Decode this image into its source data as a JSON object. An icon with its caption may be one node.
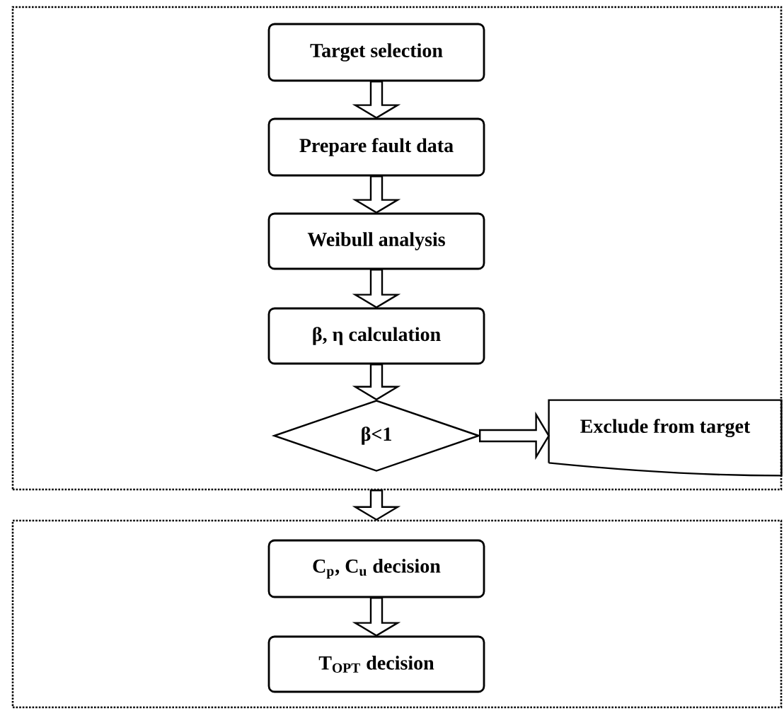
{
  "diagram": {
    "nodes": [
      {
        "text": [],
        "shape": "box"
      },
      {
        "text": [
          "Target selection"
        ],
        "in": 0
      },
      {
        "text": [
          "Prepare fault data"
        ],
        "in": 0
      },
      {
        "text": [
          "Weibull analysis"
        ],
        "in": 0
      },
      {
        "text": [
          "β, η calculation"
        ],
        "in": 0
      },
      {
        "text": [
          "β<1"
        ],
        "in": 0
      },
      {
        "text": [
          "Exclude from target"
        ],
        "in": 0
      },
      {
        "text": [],
        "shape": "box"
      },
      {
        "text": [
          "C$_{p}$, C$_{u}$ decision"
        ],
        "in": 7
      },
      {
        "text": [
          "T$_{OPT}$ decision"
        ],
        "in": 7
      }
    ],
    "edges": [
      {
        "from": 1,
        "to": 2,
        "arrow": "to"
      },
      {
        "from": 2,
        "to": 3,
        "arrow": "to"
      },
      {
        "from": 3,
        "to": 4,
        "arrow": "to"
      },
      {
        "from": 4,
        "to": 5,
        "arrow": "to"
      },
      {
        "from": 5,
        "to": 6,
        "arrow": "to"
      },
      {
        "from": 0,
        "to": 7,
        "arrow": "to"
      },
      {
        "from": 8,
        "to": 9,
        "arrow": "to"
      }
    ]
  }
}
